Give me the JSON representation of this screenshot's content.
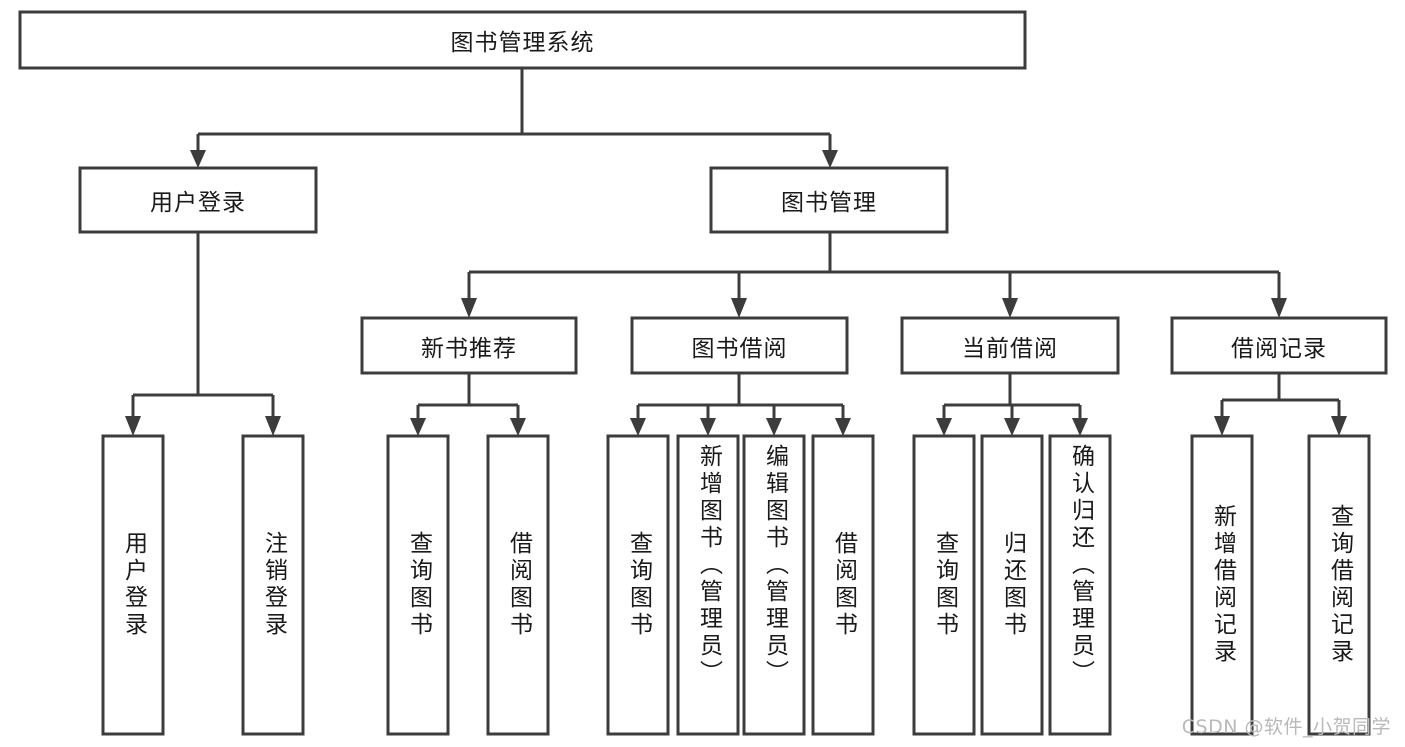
{
  "diagram": {
    "title": "图书管理系统",
    "type": "tree",
    "watermark": "CSDN @软件_小贺同学",
    "colors": {
      "stroke": "#3c3c3c",
      "fill": "#ffffff",
      "text": "#1a1a1a",
      "watermark": "#b9b9b9",
      "background": "#ffffff"
    },
    "levels": {
      "level0_label": "图书管理系统",
      "level1": [
        {
          "id": "user-login",
          "label": "用户登录"
        },
        {
          "id": "book-manage",
          "label": "图书管理"
        }
      ],
      "level2": [
        {
          "id": "new-book-recommend",
          "label": "新书推荐",
          "parent": "book-manage"
        },
        {
          "id": "book-borrow",
          "label": "图书借阅",
          "parent": "book-manage"
        },
        {
          "id": "current-borrow",
          "label": "当前借阅",
          "parent": "book-manage"
        },
        {
          "id": "borrow-record",
          "label": "借阅记录",
          "parent": "book-manage"
        }
      ],
      "leaves": [
        {
          "id": "leaf-user-login",
          "label": "用户登录",
          "parent": "user-login"
        },
        {
          "id": "leaf-logout-login",
          "label": "注销登录",
          "parent": "user-login"
        },
        {
          "id": "leaf-query-book-1",
          "label": "查询图书",
          "parent": "new-book-recommend"
        },
        {
          "id": "leaf-borrow-book-1",
          "label": "借阅图书",
          "parent": "new-book-recommend"
        },
        {
          "id": "leaf-query-book-2",
          "label": "查询图书",
          "parent": "book-borrow"
        },
        {
          "id": "leaf-add-book",
          "label": "新增图书（管理员）",
          "parent": "book-borrow"
        },
        {
          "id": "leaf-edit-book",
          "label": "编辑图书（管理员）",
          "parent": "book-borrow"
        },
        {
          "id": "leaf-borrow-book-2",
          "label": "借阅图书",
          "parent": "book-borrow"
        },
        {
          "id": "leaf-query-book-3",
          "label": "查询图书",
          "parent": "current-borrow"
        },
        {
          "id": "leaf-return-book",
          "label": "归还图书",
          "parent": "current-borrow"
        },
        {
          "id": "leaf-confirm-return",
          "label": "确认归还（管理员）",
          "parent": "current-borrow"
        },
        {
          "id": "leaf-add-record",
          "label": "新增借阅记录",
          "parent": "borrow-record"
        },
        {
          "id": "leaf-query-record",
          "label": "查询借阅记录",
          "parent": "borrow-record"
        }
      ]
    }
  }
}
